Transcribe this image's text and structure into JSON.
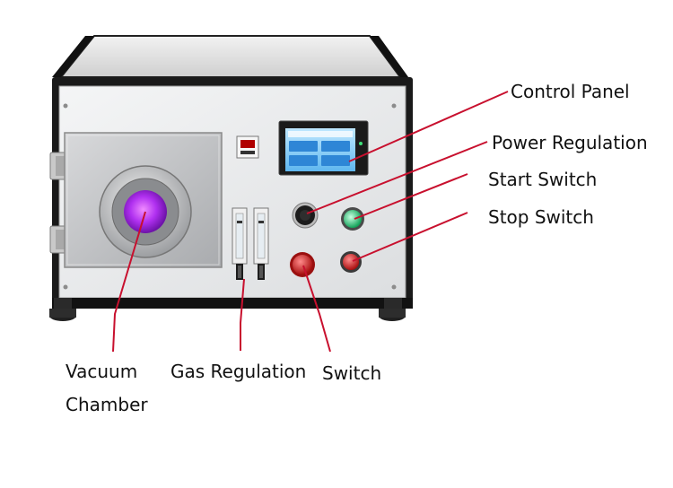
{
  "labels": {
    "control_panel": "Control Panel",
    "power_regulation": "Power Regulation",
    "start_switch": "Start Switch",
    "stop_switch": "Stop Switch",
    "vacuum_chamber_line1": "Vacuum",
    "vacuum_chamber_line2": "Chamber",
    "gas_regulation": "Gas Regulation",
    "switch": "Switch"
  },
  "colors": {
    "leader_line": "#c8102e",
    "frame": "#1a1a1a",
    "panel": "#e9eaec",
    "plasma": "#b030f0",
    "start_button": "#2fd07a",
    "stop_button": "#d81e1e",
    "switch_button": "#d92020"
  }
}
